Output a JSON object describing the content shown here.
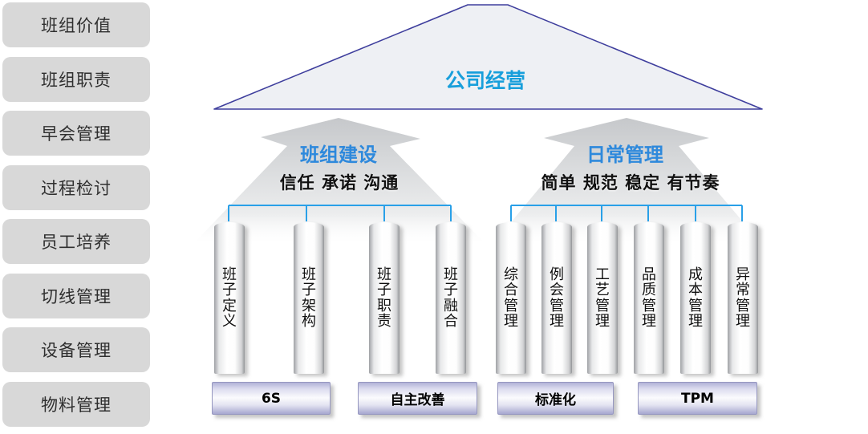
{
  "sidebar": {
    "items": [
      "班组价值",
      "班组职责",
      "早会管理",
      "过程检讨",
      "员工培养",
      "切线管理",
      "设备管理",
      "物料管理"
    ]
  },
  "diagram": {
    "roof": {
      "label": "公司经营"
    },
    "groups": [
      {
        "title": "班组建设",
        "subtitle": "信任 承诺 沟通",
        "pillars": [
          "班子定义",
          "班子架构",
          "班子职责",
          "班子融合"
        ]
      },
      {
        "title": "日常管理",
        "subtitle": "简单 规范 稳定 有节奏",
        "pillars": [
          "综合管理",
          "例会管理",
          "工艺管理",
          "品质管理",
          "成本管理",
          "异常管理"
        ]
      }
    ],
    "bases": [
      "6S",
      "自主改善",
      "标准化",
      "TPM"
    ],
    "colors": {
      "roof_fill": "#eef0f4",
      "roof_border": "#3e3e9d",
      "roof_label_blue": "#189fdb",
      "group_title_blue": "#2e89dc",
      "connector_blue": "#29a0e8",
      "mountain_gray": "#c6c8cb",
      "sidebar_gray": "#d8d8d8",
      "base_lavender": "#b1b2d8"
    }
  }
}
